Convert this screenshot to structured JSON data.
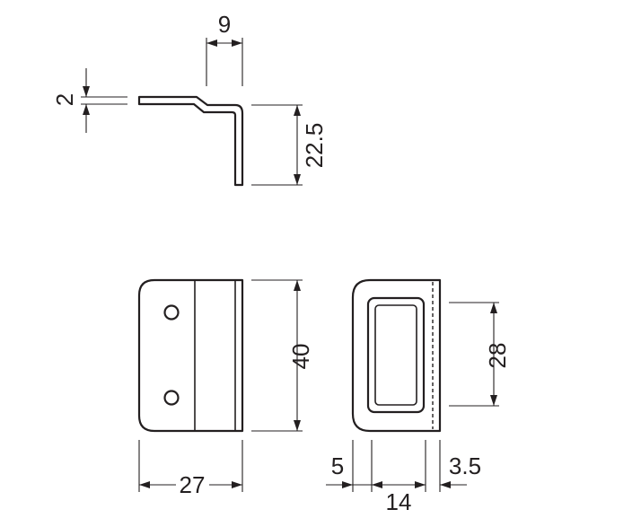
{
  "drawing": {
    "dimensions": {
      "top_width": "9",
      "thickness": "2",
      "flange_height": "22.5",
      "front_height": "40",
      "front_width": "27",
      "side_height": "28",
      "side_left": "5",
      "side_width": "14",
      "side_right": "3.5"
    }
  }
}
